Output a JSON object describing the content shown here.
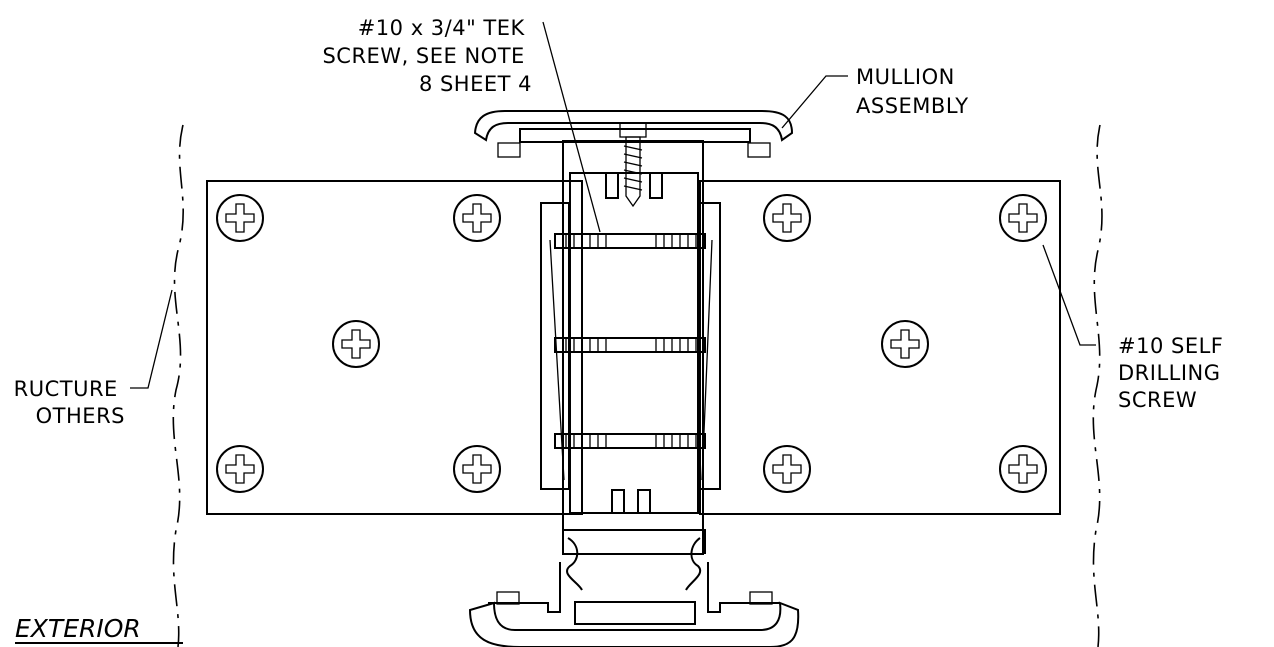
{
  "labels": {
    "tek_screw": [
      "#10 x 3/4\" TEK",
      "SCREW, SEE NOTE",
      "8 SHEET 4"
    ],
    "mullion": [
      "MULLION",
      "ASSEMBLY"
    ],
    "self_drilling": [
      "#10 SELF",
      "DRILLING",
      "SCREW"
    ],
    "structure": [
      "RUCTURE",
      "OTHERS"
    ],
    "exterior": "EXTERIOR"
  }
}
